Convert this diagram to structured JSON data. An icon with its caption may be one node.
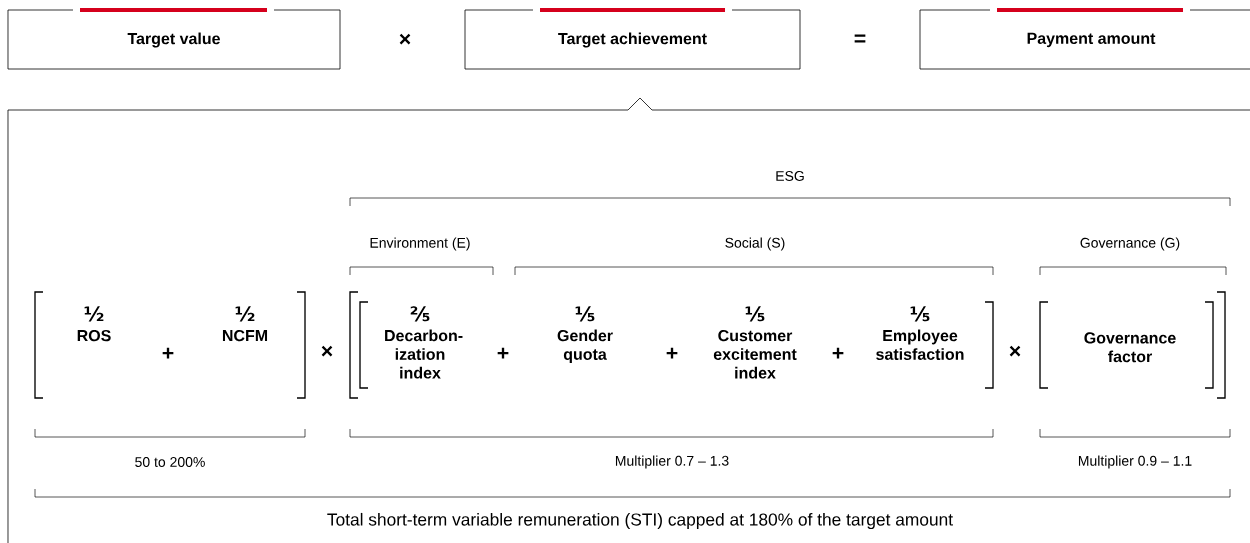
{
  "diagram": {
    "nodes": [
      {
        "text": [
          "Target value"
        ]
      },
      {
        "text": [
          "Target achievement"
        ]
      },
      {
        "text": [
          "Payment amount"
        ]
      },
      {
        "text": [],
        "shape": "box"
      },
      {
        "text": [
          "½",
          "ROS"
        ],
        "in": 3
      },
      {
        "text": [
          "½",
          "NCFM"
        ],
        "in": 3
      },
      {
        "text": [
          "⅖",
          "Decarbon- ization index"
        ],
        "in": 3
      },
      {
        "text": [
          "⅕",
          "Gender quota"
        ],
        "in": 3
      },
      {
        "text": [
          "⅕",
          "Customer excitement index"
        ],
        "in": 3
      },
      {
        "text": [
          "⅕",
          "Employee satisfaction"
        ],
        "in": 3
      },
      {
        "text": [
          "Governance factor"
        ],
        "in": 3
      }
    ],
    "labels": [
      "×",
      "=",
      "ESG",
      "Environment (E)",
      "Social (S)",
      "Governance (G)",
      "+",
      "×",
      "+",
      "+",
      "+",
      "×",
      "50 to 200%",
      "Multiplier 0.7 – 1.3",
      "Multiplier 0.9 – 1.1",
      "Total short-term variable remuneration (STI) capped at 180% of the target amount"
    ]
  }
}
